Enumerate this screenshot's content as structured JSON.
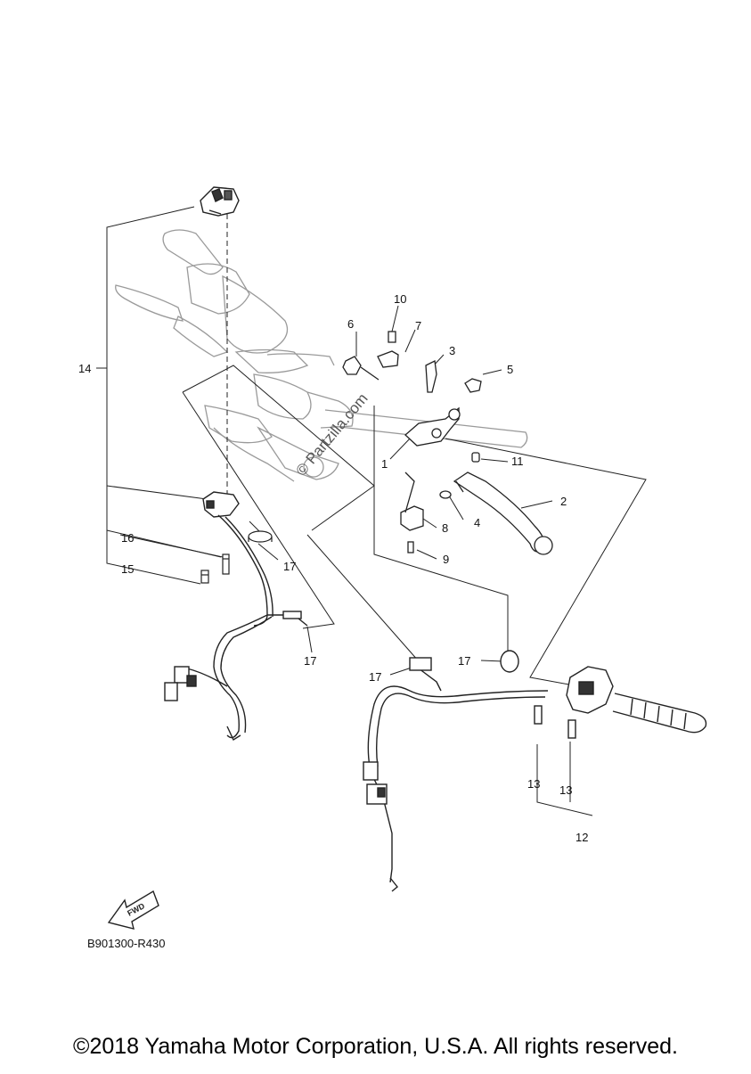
{
  "diagram": {
    "diagram_code": "B901300-R430",
    "watermark": "© Partzilla.com",
    "fwd_label": "FWD",
    "copyright": "©2018 Yamaha Motor Corporation, U.S.A. All rights reserved.",
    "callouts": [
      "1",
      "2",
      "3",
      "4",
      "5",
      "6",
      "7",
      "8",
      "9",
      "10",
      "11",
      "12",
      "13",
      "13",
      "14",
      "15",
      "16",
      "17",
      "17",
      "17",
      "17"
    ]
  },
  "colors": {
    "line": "#222222",
    "ghost": "#9a9a9a",
    "text": "#111111"
  }
}
